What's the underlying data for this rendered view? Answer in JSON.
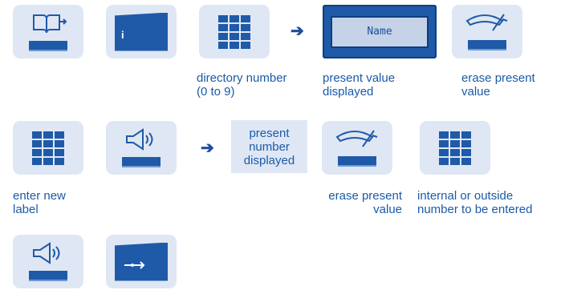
{
  "labels": {
    "directory_number": "directory number\n(0 to 9)",
    "present_value_displayed": "present value\ndisplayed",
    "erase_present_value": "erase present\nvalue",
    "present_number_displayed": "present\nnumber\ndisplayed",
    "enter_new_label": "enter new\nlabel",
    "erase_present_value_2": "erase present\nvalue",
    "internal_or_outside": "internal or outside\nnumber to be entered"
  },
  "name_display": "Name",
  "info_glyph": "i",
  "arrow_glyph": "➔",
  "icons": [
    "book-icon",
    "info-screen-icon",
    "keypad-icon",
    "name-display-icon",
    "handset-erase-icon",
    "speaker-icon",
    "transfer-screen-icon"
  ],
  "colors": {
    "accent": "#1f5aa8",
    "tile_bg": "#dfe7f4",
    "text": "#1a5aa8"
  }
}
